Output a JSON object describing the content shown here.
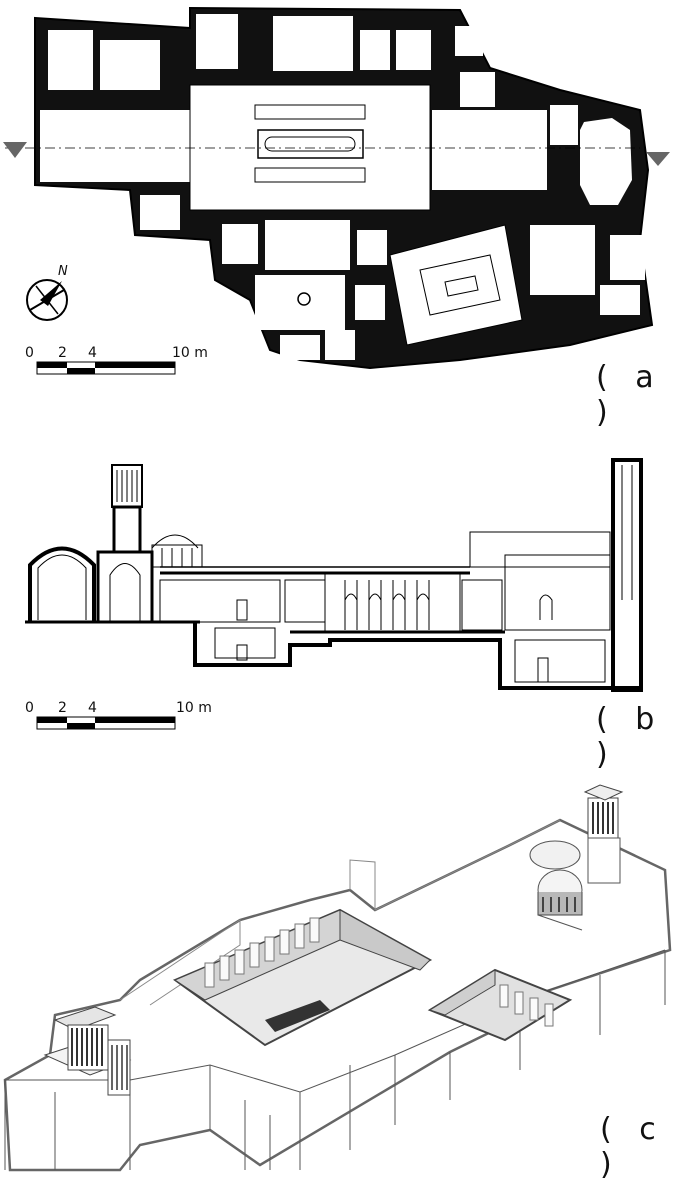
{
  "figure": {
    "panels": [
      {
        "label": "( a )",
        "scale": {
          "ticks": [
            "0",
            "2",
            "4"
          ],
          "end": "10 m"
        },
        "north": "N"
      },
      {
        "label": "( b )",
        "scale": {
          "ticks": [
            "0",
            "2",
            "4"
          ],
          "end": "10 m"
        }
      },
      {
        "label": "( c )"
      }
    ]
  }
}
